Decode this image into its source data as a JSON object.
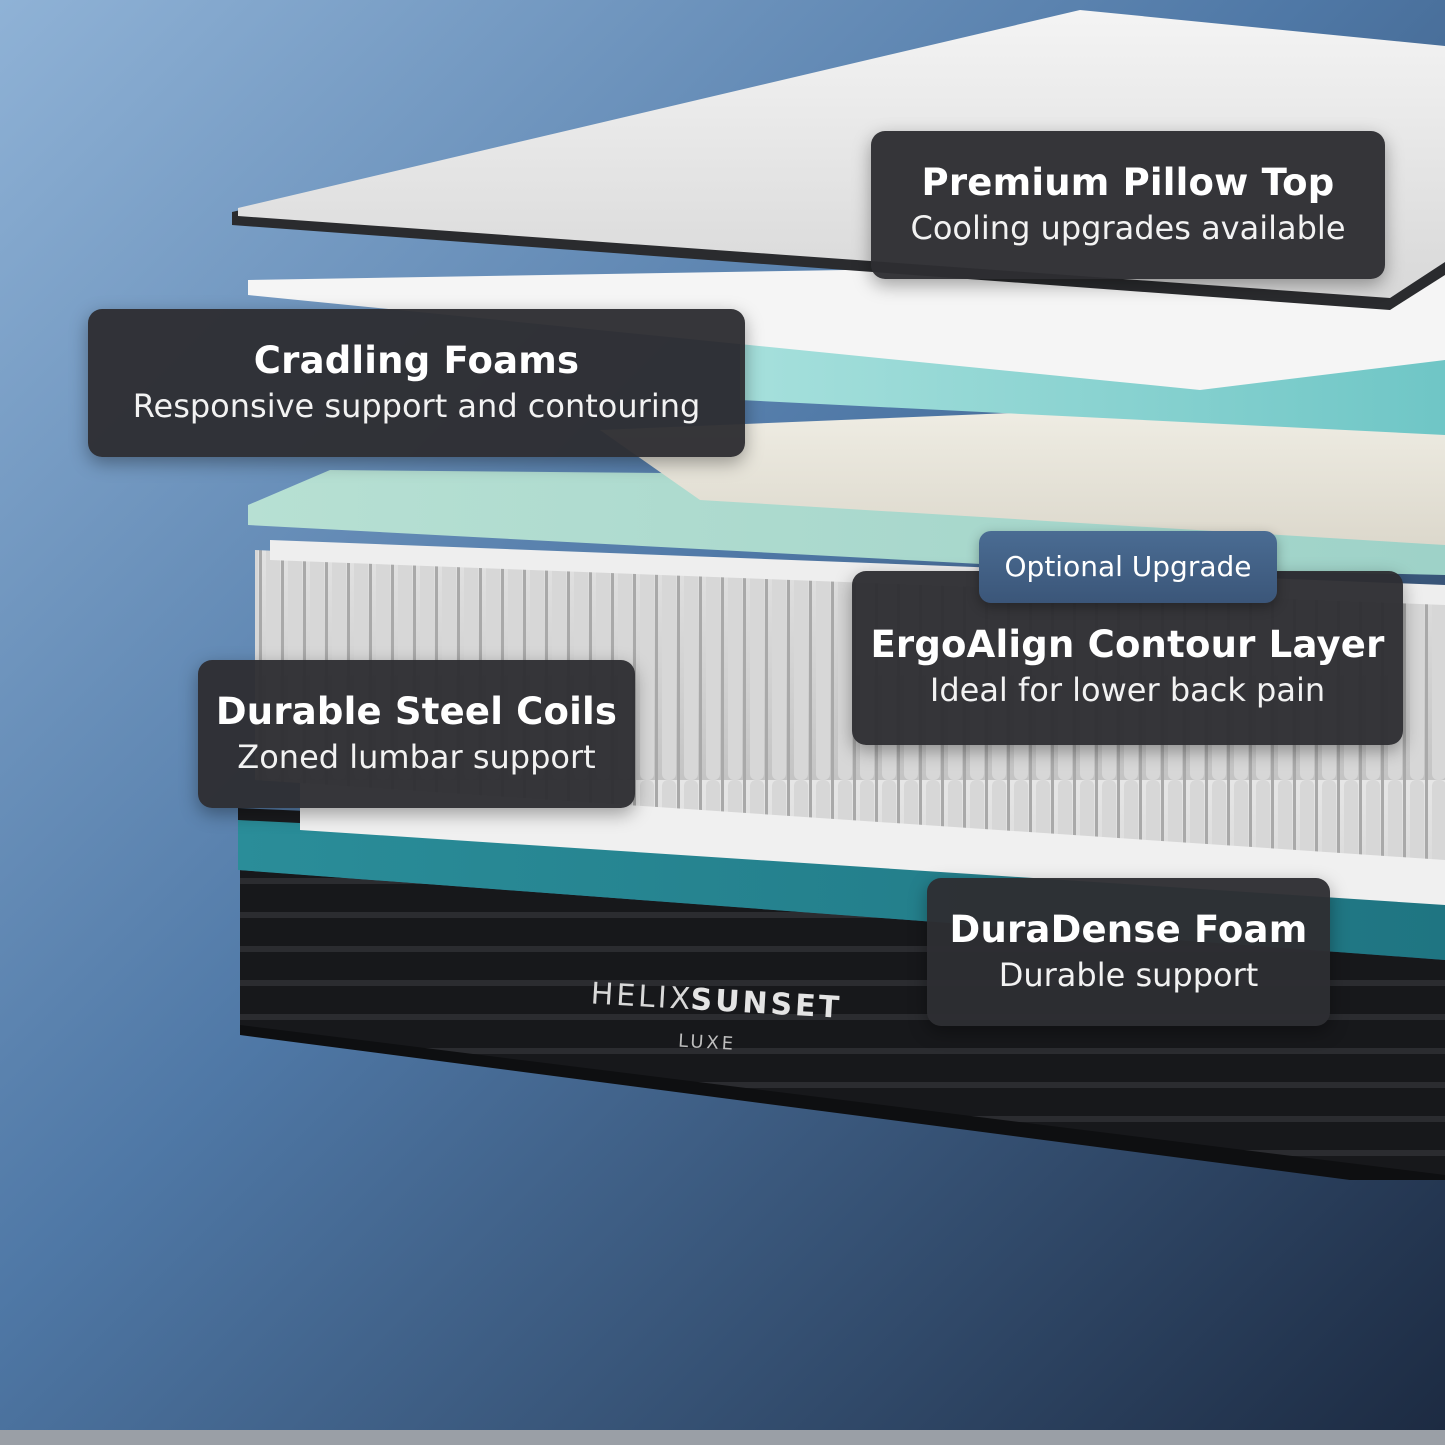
{
  "callouts": {
    "pillow_top": {
      "title": "Premium Pillow Top",
      "subtitle": "Cooling upgrades available"
    },
    "cradling": {
      "title": "Cradling Foams",
      "subtitle": "Responsive support and contouring"
    },
    "ergo": {
      "badge": "Optional Upgrade",
      "title": "ErgoAlign Contour Layer",
      "subtitle": "Ideal for lower back pain"
    },
    "coils": {
      "title": "Durable Steel Coils",
      "subtitle": "Zoned lumbar support"
    },
    "duradense": {
      "title": "DuraDense Foam",
      "subtitle": "Durable support"
    }
  },
  "brand": {
    "name_light": "HELIX",
    "name_bold": "SUNSET",
    "model": "LUXE"
  },
  "colors": {
    "background_top": "#8fb2d6",
    "background_bottom": "#1e2c44",
    "callout_bg": "#2e2e32",
    "badge_bg": "#44648a",
    "teal_foam": "#8fd3d0",
    "teal_base": "#2a8a96",
    "base_black": "#151619"
  }
}
